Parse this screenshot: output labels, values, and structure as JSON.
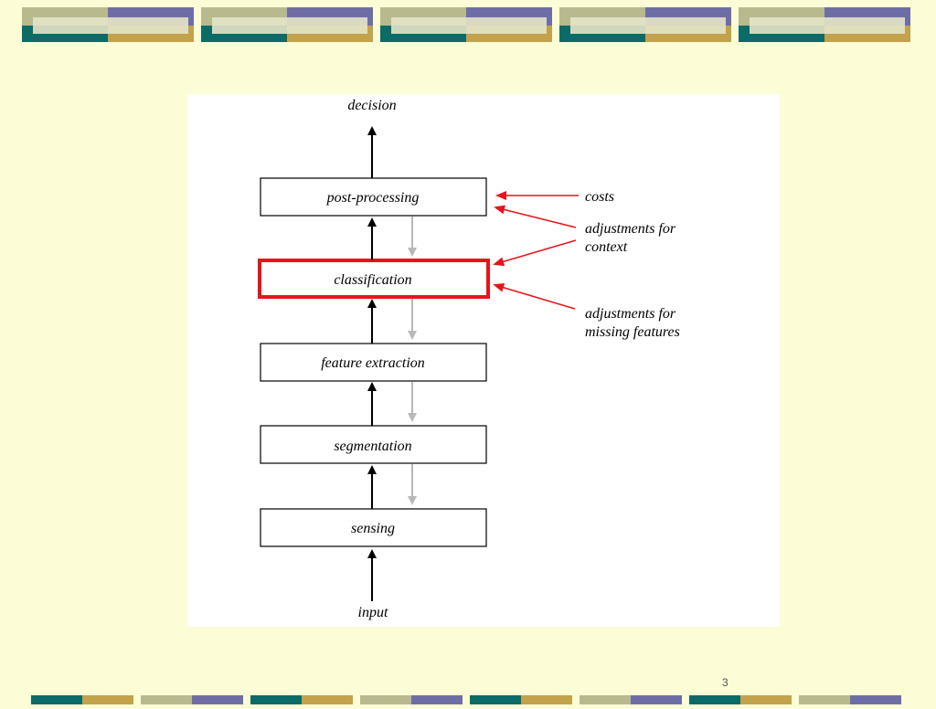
{
  "diagram": {
    "top_label": "decision",
    "bottom_label": "input",
    "stages": [
      {
        "label": "post-processing",
        "highlighted": false
      },
      {
        "label": "classification",
        "highlighted": true
      },
      {
        "label": "feature extraction",
        "highlighted": false
      },
      {
        "label": "segmentation",
        "highlighted": false
      },
      {
        "label": "sensing",
        "highlighted": false
      }
    ],
    "annotations": {
      "costs": "costs",
      "context_line1": "adjustments for",
      "context_line2": "context",
      "missing_line1": "adjustments for",
      "missing_line2": "missing features"
    }
  },
  "footer": {
    "page_number": "3"
  },
  "colors": {
    "background": "#FCFCD6",
    "highlight": "#E8141B",
    "feedback_arrow": "#B8B8B8",
    "banner_olive": "#B9B98E",
    "banner_purple": "#6E6EA6",
    "banner_teal": "#0B6B67",
    "banner_gold": "#C2A24A"
  }
}
